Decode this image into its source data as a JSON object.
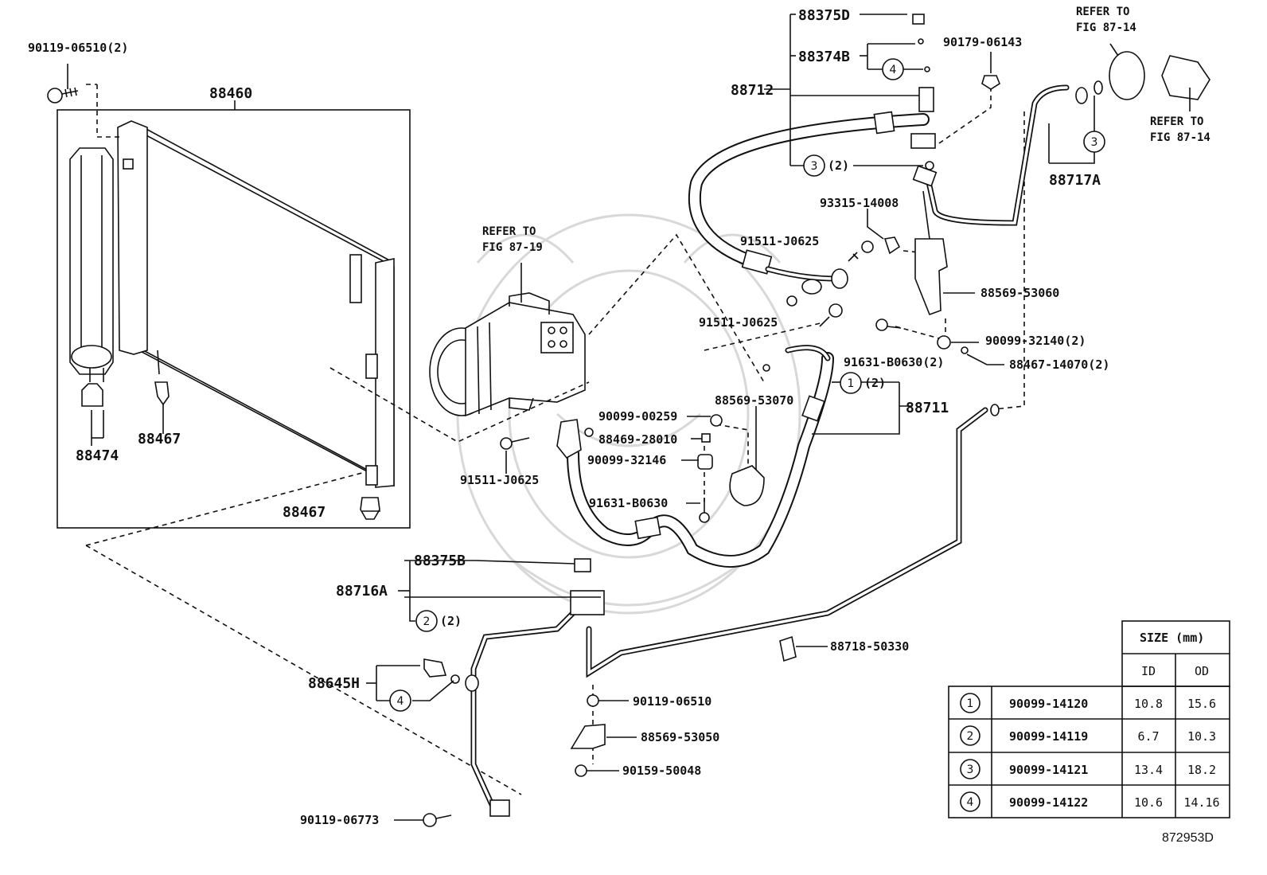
{
  "diagram_id": "872953D",
  "parts": {
    "p88460": "88460",
    "p90119_06510_2": "90119-06510(2)",
    "p88474": "88474",
    "p88467_a": "88467",
    "p88467_b": "88467",
    "p88375D": "88375D",
    "p88374B": "88374B",
    "p88712": "88712",
    "p90179_06143": "90179-06143",
    "p88717A": "88717A",
    "p93315_14008": "93315-14008",
    "p91511_J0625_a": "91511-J0625",
    "p91511_J0625_b": "91511-J0625",
    "p91511_J0625_c": "91511-J0625",
    "p88569_53060": "88569-53060",
    "p90099_32140_2": "90099-32140(2)",
    "p91631_B0630_2": "91631-B0630(2)",
    "p88467_14070_2": "88467-14070(2)",
    "p88711": "88711",
    "p88569_53070": "88569-53070",
    "p90099_00259": "90099-00259",
    "p88469_28010": "88469-28010",
    "p90099_32146": "90099-32146",
    "p91631_B0630": "91631-B0630",
    "p88375B": "88375B",
    "p88716A": "88716A",
    "p88645H": "88645H",
    "p88718_50330": "88718-50330",
    "p90119_06510": "90119-06510",
    "p88569_53050": "88569-53050",
    "p90159_50048": "90159-50048",
    "p90119_06773": "90119-06773"
  },
  "callouts": {
    "c3_qty": "(2)",
    "c1_qty": "(2)",
    "c2_qty": "(2)"
  },
  "refer_to": {
    "compressor_l1": "REFER TO",
    "compressor_l2": "FIG 87-19",
    "top_l1": "REFER TO",
    "top_l2": "FIG 87-14",
    "right_l1": "REFER TO",
    "right_l2": "FIG 87-14"
  },
  "size_table": {
    "header": "SIZE (mm)",
    "col_id": "ID",
    "col_od": "OD",
    "rows": [
      {
        "num": "1",
        "part": "90099-14120",
        "id": "10.8",
        "od": "15.6"
      },
      {
        "num": "2",
        "part": "90099-14119",
        "id": "6.7",
        "od": "10.3"
      },
      {
        "num": "3",
        "part": "90099-14121",
        "id": "13.4",
        "od": "18.2"
      },
      {
        "num": "4",
        "part": "90099-14122",
        "id": "10.6",
        "od": "14.16"
      }
    ]
  }
}
